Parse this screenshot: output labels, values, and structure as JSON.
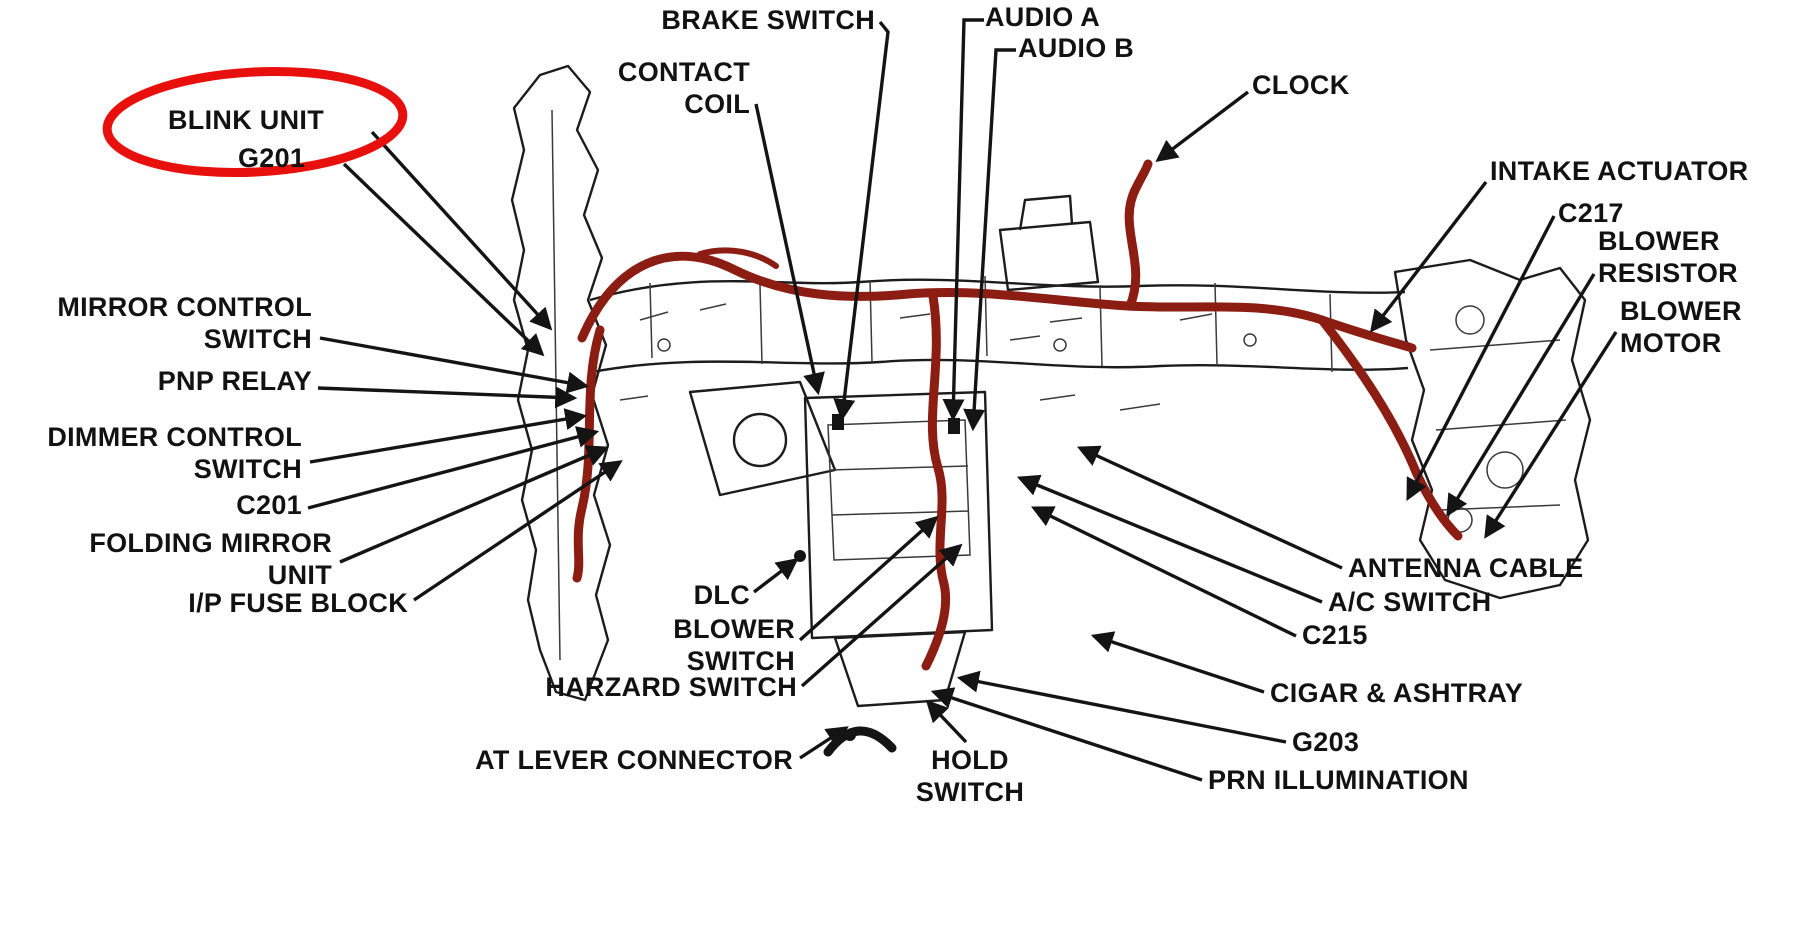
{
  "diagram": {
    "highlight_color": "#e8100c",
    "harness_color": "#8c1d12",
    "labels": {
      "brake_switch": "BRAKE SWITCH",
      "contact_coil": "CONTACT\nCOIL",
      "audio_a": "AUDIO A",
      "audio_b": "AUDIO B",
      "clock": "CLOCK",
      "blink_unit": "BLINK UNIT",
      "g201": "G201",
      "intake_actuator": "INTAKE ACTUATOR",
      "c217": "C217",
      "blower_resistor": "BLOWER\nRESISTOR",
      "blower_motor": "BLOWER\nMOTOR",
      "mirror_control_switch": "MIRROR CONTROL\nSWITCH",
      "pnp_relay": "PNP RELAY",
      "dimmer_control_switch": "DIMMER CONTROL\nSWITCH",
      "c201": "C201",
      "folding_mirror_unit": "FOLDING MIRROR\nUNIT",
      "ip_fuse_block": "I/P FUSE BLOCK",
      "dlc": "DLC",
      "blower_switch": "BLOWER\nSWITCH",
      "harzard_switch": "HARZARD SWITCH",
      "at_lever_connector": "AT LEVER CONNECTOR",
      "hold_switch": "HOLD\nSWITCH",
      "antenna_cable": "ANTENNA CABLE",
      "ac_switch": "A/C SWITCH",
      "c215": "C215",
      "cigar_ashtray": "CIGAR & ASHTRAY",
      "g203": "G203",
      "prn_illumination": "PRN ILLUMINATION"
    }
  }
}
